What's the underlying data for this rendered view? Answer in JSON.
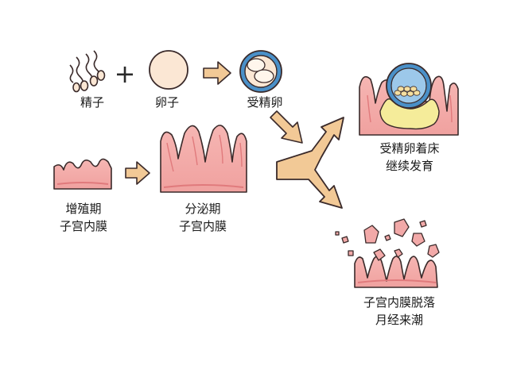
{
  "labels": {
    "sperm": "精子",
    "egg": "卵子",
    "zygote": "受精卵",
    "proliferative_1": "增殖期",
    "proliferative_2": "子宫内膜",
    "secretory_1": "分泌期",
    "secretory_2": "子宫内膜",
    "implant_1": "受精卵着床",
    "implant_2": "继续发育",
    "shed_1": "子宫内膜脱落",
    "shed_2": "月经来潮"
  },
  "symbols": {
    "plus": "+"
  },
  "colors": {
    "outline": "#3a2a2a",
    "tissue": "#f2a9a8",
    "tissue_edge": "#e07a7c",
    "arrow": "#f2c996",
    "egg": "#fbe7d4",
    "zygote_ring": "#4a90c8",
    "implant_yellow": "#f5ec9a",
    "blue_sphere": "#7fb8e3"
  }
}
